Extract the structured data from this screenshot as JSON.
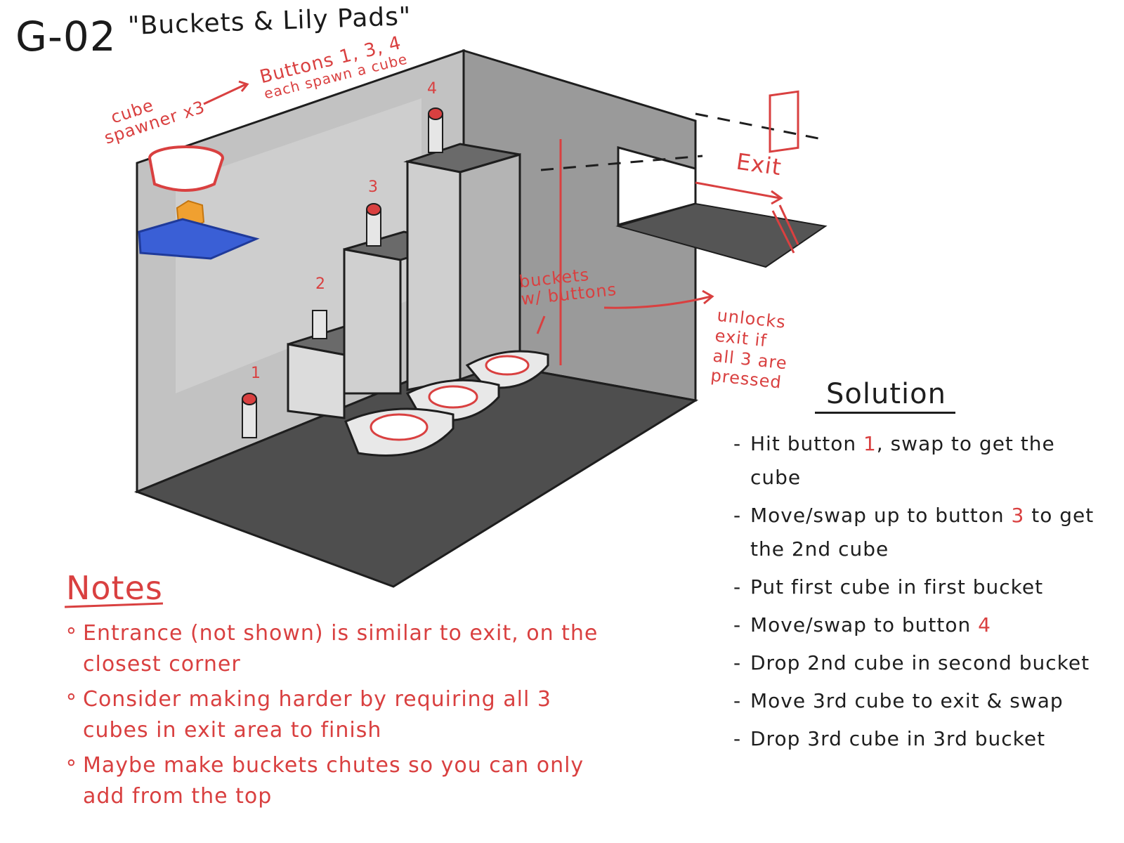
{
  "title": {
    "id": "G-02",
    "name": "\"Buckets & Lily Pads\""
  },
  "annotations": {
    "cube_spawner": [
      "cube",
      "spawner x3"
    ],
    "buttons_spawn": [
      "Buttons 1, 3, 4",
      "each spawn a cube"
    ],
    "exit": "Exit",
    "buckets": [
      "buckets",
      "w/ buttons"
    ],
    "unlocks": [
      "unlocks",
      "exit if",
      "all 3 are",
      "pressed"
    ]
  },
  "button_numbers": [
    "1",
    "2",
    "3",
    "4"
  ],
  "notes": {
    "heading": "Notes",
    "items": [
      "Entrance (not shown) is similar to exit, on the closest corner",
      "Consider making harder by requiring all 3 cubes in exit area to finish",
      "Maybe make buckets chutes so you can only add from the top"
    ]
  },
  "solution": {
    "heading": "Solution",
    "steps": [
      {
        "pre": "Hit button ",
        "num": "1",
        "post": ", swap to get the cube"
      },
      {
        "pre": "Move/swap up to button ",
        "num": "3",
        "post": " to get the 2nd cube"
      },
      {
        "pre": "Put first cube in first bucket",
        "num": "",
        "post": ""
      },
      {
        "pre": "Move/swap to button ",
        "num": "4",
        "post": ""
      },
      {
        "pre": "Drop 2nd cube in second bucket",
        "num": "",
        "post": ""
      },
      {
        "pre": "Move 3rd cube to exit & swap",
        "num": "",
        "post": ""
      },
      {
        "pre": "Drop 3rd cube in 3rd bucket",
        "num": "",
        "post": ""
      }
    ]
  },
  "colors": {
    "annotation": "#d94040",
    "ink": "#1e1e1e",
    "wall": "#bdbdbd",
    "floor": "#555555",
    "pad": "#3a5fd6",
    "cube": "#f0a030"
  }
}
